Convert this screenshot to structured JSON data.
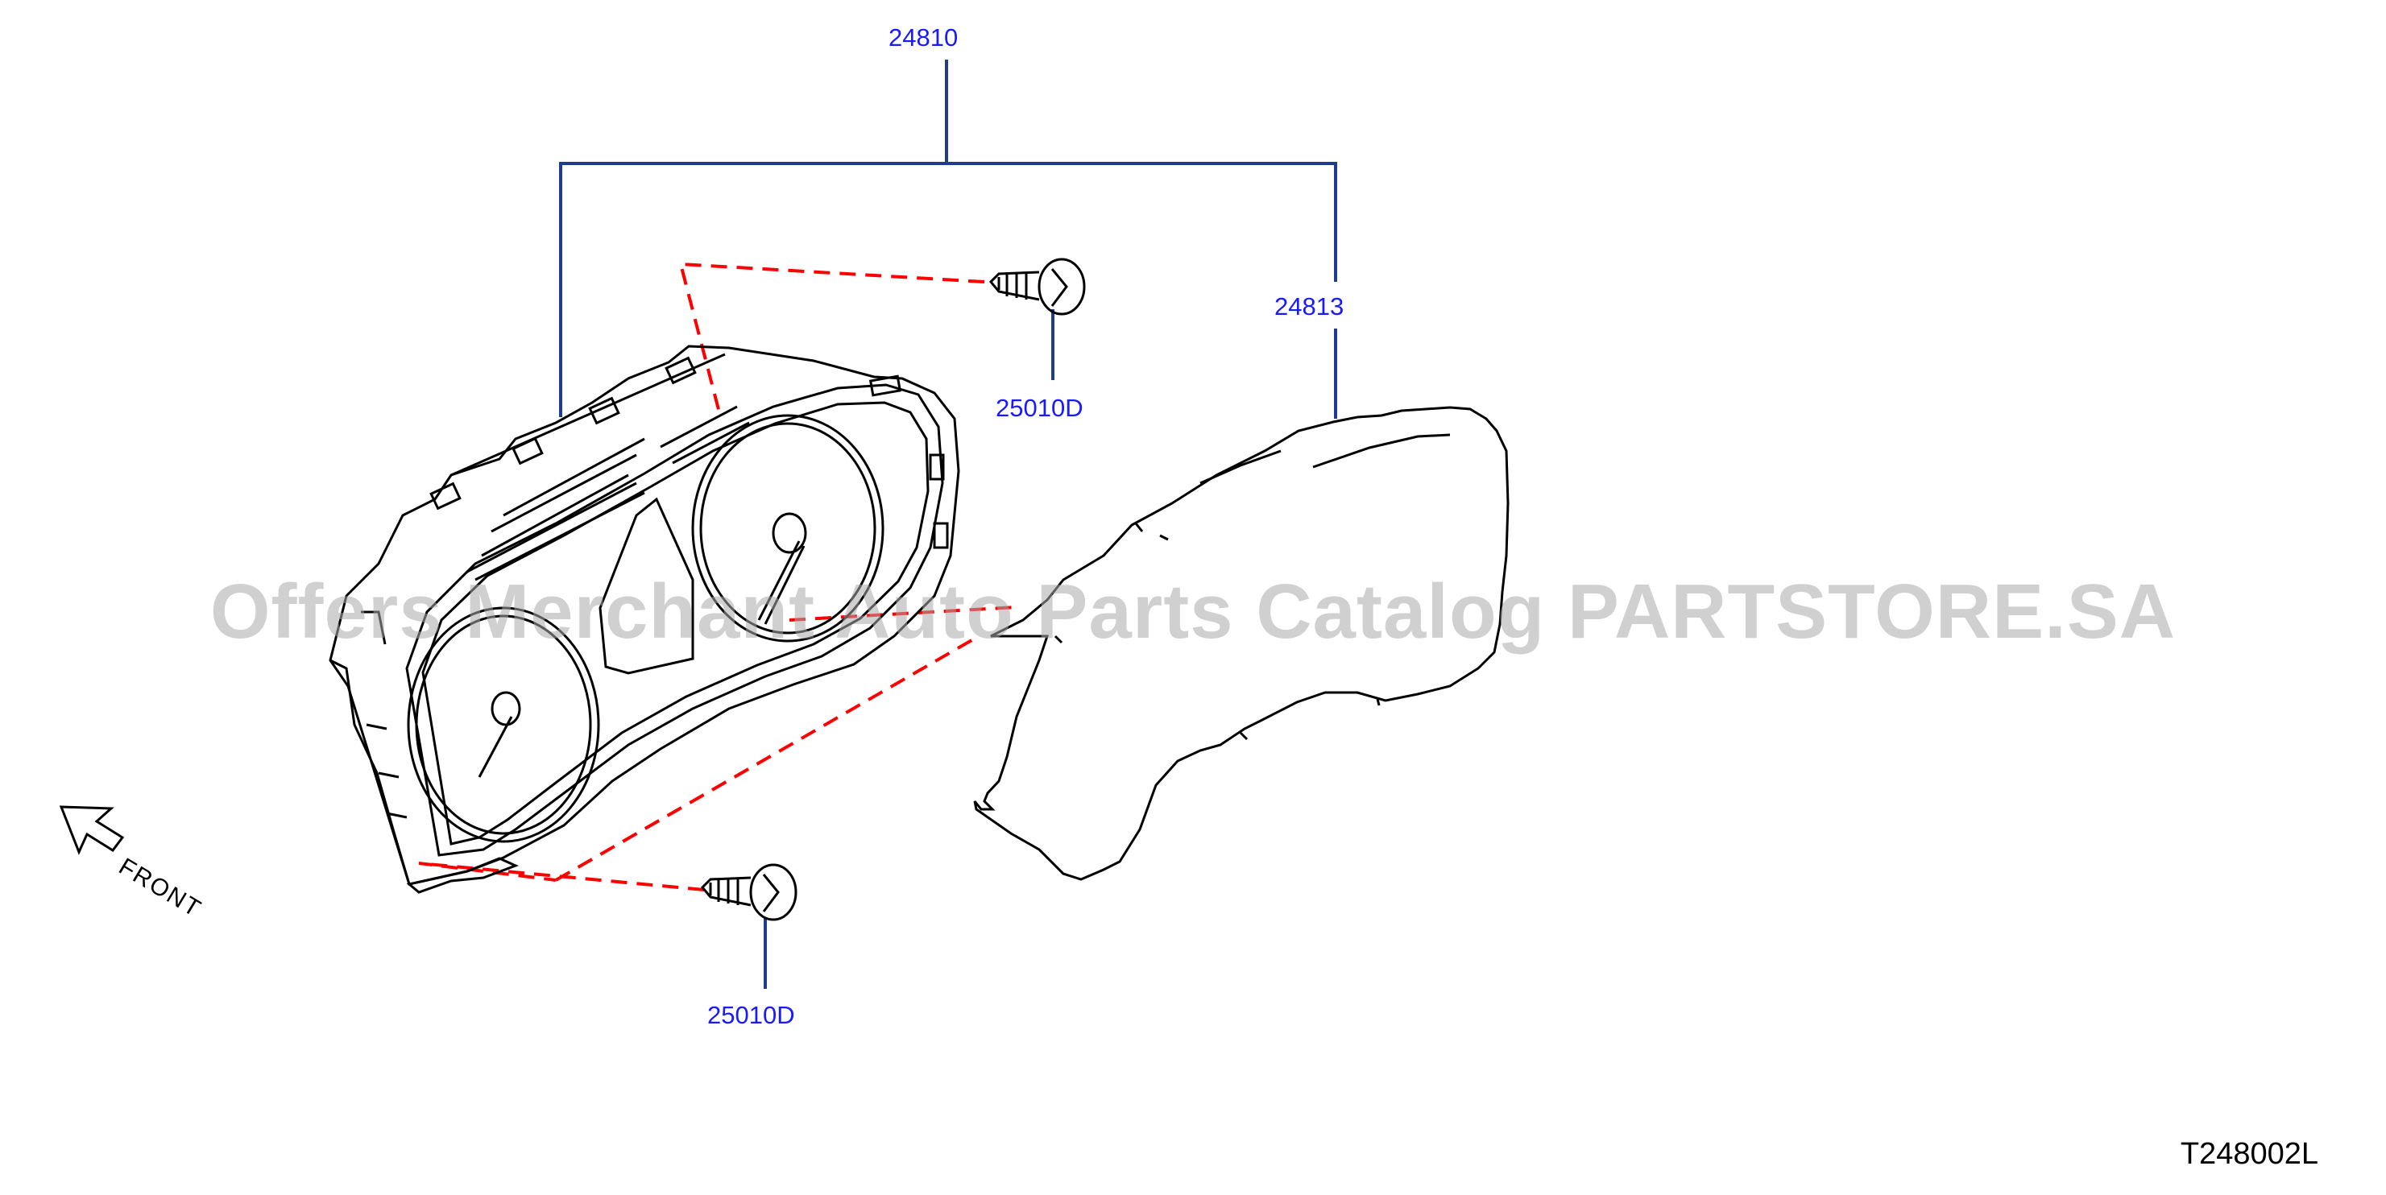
{
  "callouts": {
    "assembly": "24810",
    "lens": "24813",
    "screw_top": "25010D",
    "screw_bottom": "25010D"
  },
  "watermark": "Offers Merchant Auto Parts Catalog PARTSTORE.SA",
  "front_label": "FRONT",
  "diagram_id": "T248002L",
  "colors": {
    "callout_text": "#1a1aff",
    "leader_line": "#1f3d8f",
    "dashed_guide": "#ff0000",
    "drawing_stroke": "#000000",
    "background": "#ffffff"
  }
}
